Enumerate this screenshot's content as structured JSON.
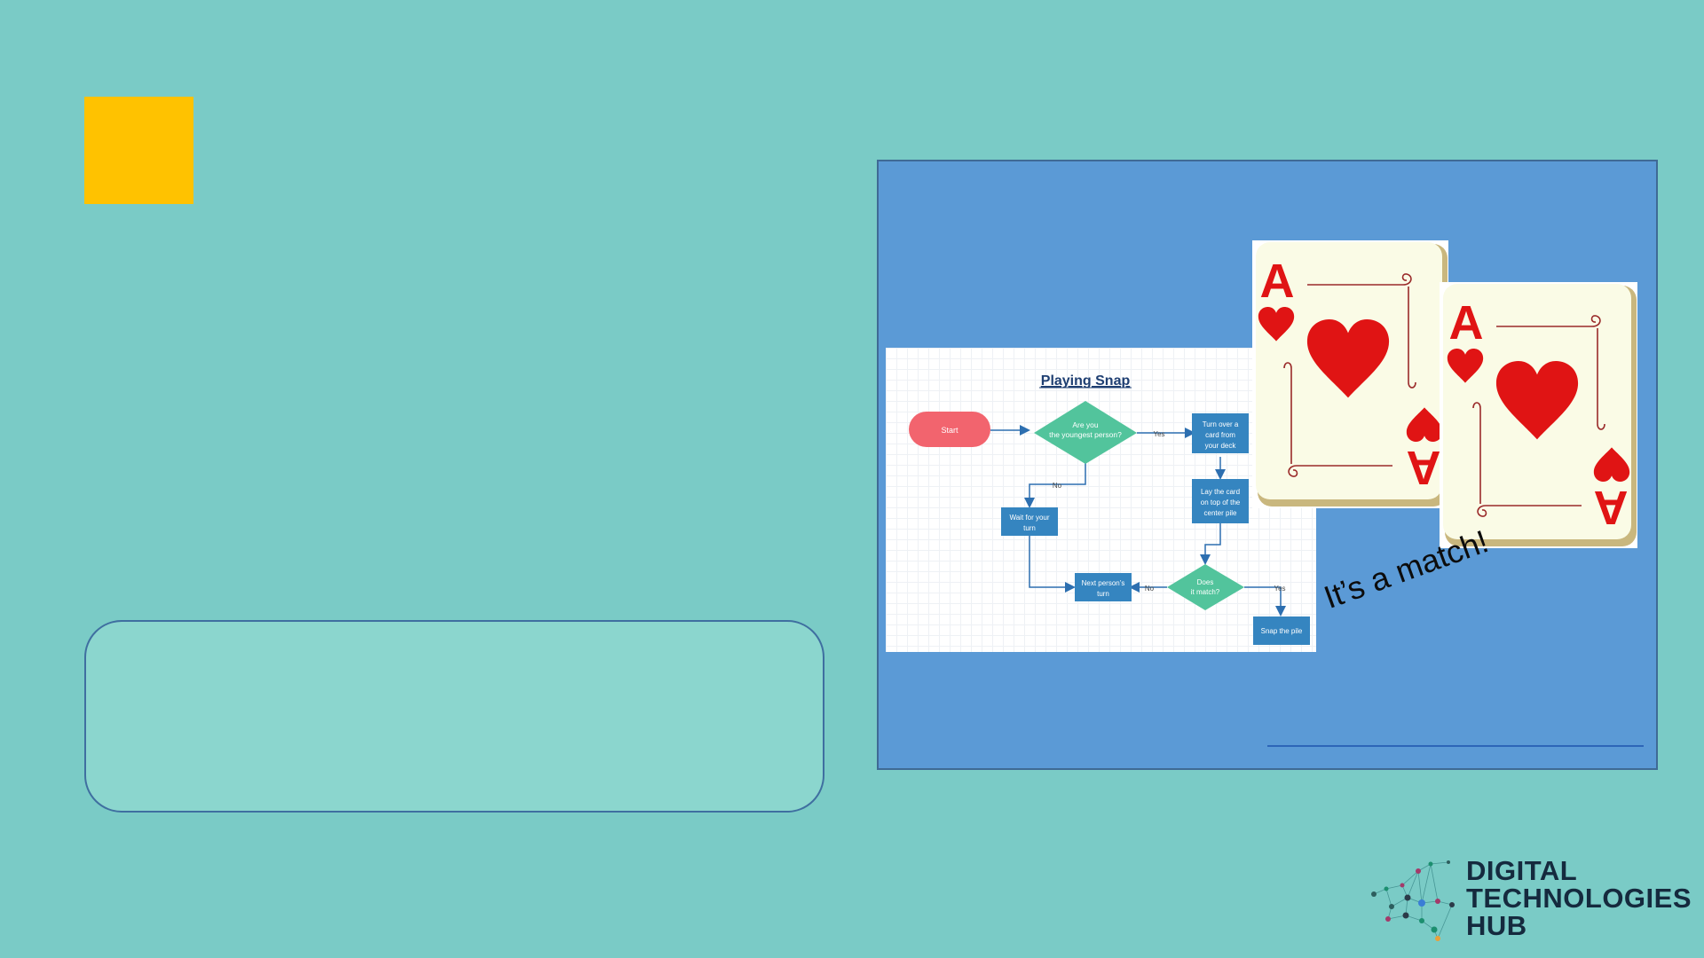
{
  "slide": {
    "caption": "It’s a match!"
  },
  "flowchart": {
    "title": "Playing Snap",
    "start": "Start",
    "q1_line1": "Are you",
    "q1_line2": "the youngest  person?",
    "yes": "Yes",
    "no": "No",
    "turn_line1": "Turn over a",
    "turn_line2": "card from",
    "turn_line3": "your deck",
    "lay_line1": "Lay the card",
    "lay_line2": "on top of the",
    "lay_line3": "center pile",
    "wait_line1": "Wait for your",
    "wait_line2": "turn",
    "q2_line1": "Does",
    "q2_line2": "it match?",
    "next_line1": "Next person’s",
    "next_line2": "turn",
    "snap": "Snap the pile"
  },
  "cards": {
    "rank": "A",
    "suit_icon": "heart-icon",
    "rank_color": "#e01414"
  },
  "logo": {
    "line1": "DIGITAL",
    "line2": "TECHNOLOGIES",
    "line3": "HUB"
  },
  "colors": {
    "background": "#7acbc6",
    "accent": "#ffc200",
    "panel": "#5b9ad6",
    "start_node": "#f2646e",
    "decision_node": "#52c49c",
    "process_node": "#3585c0"
  }
}
